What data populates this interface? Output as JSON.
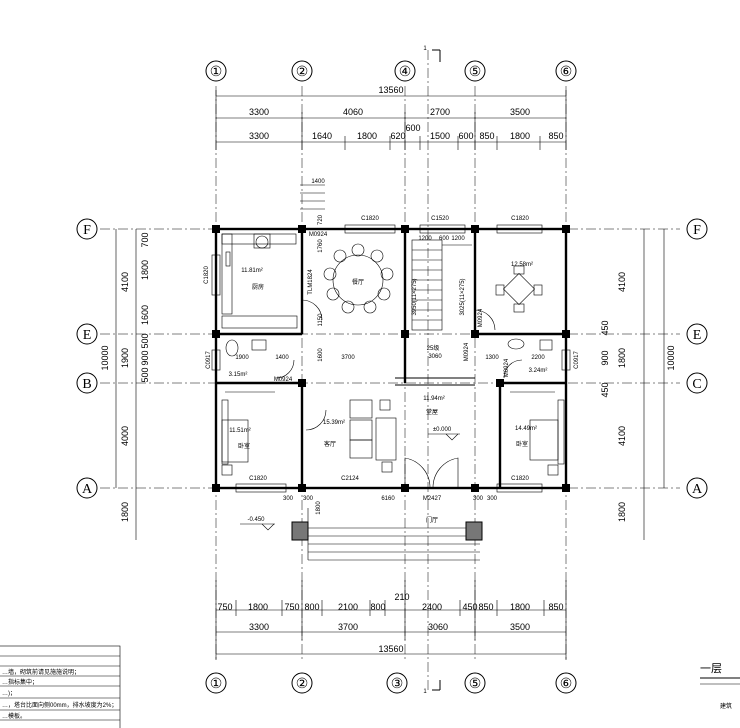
{
  "axis_bubbles": [
    {
      "id": "1",
      "label": "①",
      "pos": "top",
      "axis": "1"
    },
    {
      "id": "2",
      "label": "②",
      "pos": "top",
      "axis": "2"
    },
    {
      "id": "4",
      "label": "④",
      "pos": "top",
      "axis": "4"
    },
    {
      "id": "5",
      "label": "⑤",
      "pos": "top",
      "axis": "5"
    },
    {
      "id": "6",
      "label": "⑥",
      "pos": "top",
      "axis": "6"
    },
    {
      "id": "1b",
      "label": "①",
      "pos": "bottom",
      "axis": "1"
    },
    {
      "id": "2b",
      "label": "②",
      "pos": "bottom",
      "axis": "2"
    },
    {
      "id": "3b",
      "label": "③",
      "pos": "bottom",
      "axis": "3"
    },
    {
      "id": "5b",
      "label": "⑤",
      "pos": "bottom",
      "axis": "5"
    },
    {
      "id": "6b",
      "label": "⑥",
      "pos": "bottom",
      "axis": "6"
    },
    {
      "id": "F",
      "label": "F",
      "pos": "left",
      "axis": "F"
    },
    {
      "id": "E",
      "label": "E",
      "pos": "left",
      "axis": "E"
    },
    {
      "id": "B",
      "label": "B",
      "pos": "left",
      "axis": "B"
    },
    {
      "id": "A",
      "label": "A",
      "pos": "left",
      "axis": "A"
    },
    {
      "id": "Fr",
      "label": "F",
      "pos": "right",
      "axis": "F"
    },
    {
      "id": "Er",
      "label": "E",
      "pos": "right",
      "axis": "E"
    },
    {
      "id": "Cr",
      "label": "C",
      "pos": "right",
      "axis": "C"
    },
    {
      "id": "Ar",
      "label": "A",
      "pos": "right",
      "axis": "A"
    }
  ],
  "dimensions": {
    "overall_top": "13560",
    "top_row1": [
      "3300",
      "4060",
      "2700",
      "3500"
    ],
    "top_row2": [
      "3300",
      "1640",
      "1800",
      "620",
      "1500",
      "600",
      "850",
      "1800",
      "850"
    ],
    "top_extra": "600",
    "stair_top": "1400",
    "bottom_row1": [
      "750",
      "1800",
      "750",
      "800",
      "2100",
      "800",
      "2400",
      "450",
      "850",
      "1800",
      "850"
    ],
    "bottom_extra": "210",
    "bottom_row2": [
      "3300",
      "3700",
      "3060",
      "3500"
    ],
    "overall_bottom": "13560",
    "left_outer": [
      "4100",
      "1900",
      "4000",
      "1800"
    ],
    "left_total": "10000",
    "left_inner": [
      "700",
      "1800",
      "1600",
      "500",
      "900",
      "500"
    ],
    "right_outer": [
      "4100",
      "1800",
      "4100",
      "1800"
    ],
    "right_total": "10000",
    "right_inner": [
      "450",
      "900",
      "450"
    ]
  },
  "rooms": [
    {
      "key": "kitchen",
      "area": "11.81m²",
      "name": "厨房"
    },
    {
      "key": "dining",
      "area": "",
      "name": "餐厅"
    },
    {
      "key": "mahjong",
      "area": "12.58m²",
      "name": ""
    },
    {
      "key": "hall",
      "area": "11.94m²",
      "name": "堂屋"
    },
    {
      "key": "living",
      "area": "15.39m²",
      "name": "客厅"
    },
    {
      "key": "bed_left",
      "area": "11.51m²",
      "name": "卧室"
    },
    {
      "key": "bed_right",
      "area": "14.49m²",
      "name": "卧室"
    },
    {
      "key": "bath_left",
      "area": "3.15m²",
      "name": ""
    },
    {
      "key": "bath_right",
      "area": "3.24m²",
      "name": ""
    }
  ],
  "tags": {
    "c1820_a": "C1820",
    "c1520": "C1520",
    "c1820_b": "C1820",
    "c1820_c": "C1820",
    "c1820_d": "C1820",
    "c2124": "C2124",
    "m0924_a": "M0924",
    "m0924_b": "M0924",
    "m0924_c": "M0924",
    "m0924_d": "M0924",
    "m0924_e": "M0924",
    "m2427": "M2427",
    "tlm": "TLM1824",
    "c0917_a": "C0917",
    "c0917_b": "C0917",
    "c1820_v": "C1820",
    "stair_note_a": "3950(11×275)",
    "stair_note_b": "3025(11×275)",
    "stair_25": "25级",
    "stair_3060": "3060",
    "d1900": "1900",
    "d1400": "1400",
    "d3700": "3700",
    "d2200": "2200",
    "d1300": "1300",
    "d1200a": "1200",
    "d600": "600",
    "d1200b": "1200",
    "d6160": "6160",
    "d300a": "300",
    "d300b": "300",
    "d300c": "300",
    "d300d": "300",
    "d1800v": "1800",
    "d1150": "1150",
    "d1600v": "1600",
    "d1760": "1760",
    "d720": "720",
    "elev_out": "-0.450",
    "elev_in": "±0.000",
    "porch": "门厅",
    "sec_top": "1",
    "sec_bottom": "1"
  },
  "title_block": {
    "rows": [
      "",
      "",
      "",
      "…墙，砌筑前请见施施说明；",
      "…指标集中；",
      "…)；",
      "…，塔台比面向侧00mm，排水坡度为2%；",
      "…模板。"
    ],
    "drawing_title": "一层",
    "drawing_subtitle": "建筑"
  }
}
